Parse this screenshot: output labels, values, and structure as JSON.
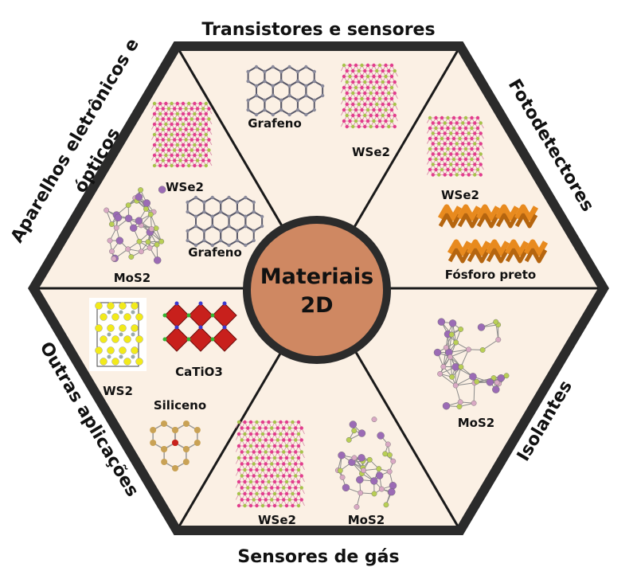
{
  "center": {
    "title_line1": "Materiais",
    "title_line2": "2D",
    "fill_color": "#cf8862"
  },
  "colors": {
    "hexagon_border": "#2b2b2b",
    "segment_fill": "#fbf0e4",
    "graphene_bond": "#5b5b6b",
    "wse2_bond": "#d88aa8",
    "wse2_atom": "#e23d8d",
    "wse2_atom_alt": "#a6c34a",
    "mos2_purple": "#9b6bb5",
    "mos2_green": "#b9cf55",
    "phosphorus_orange": "#e88a1e",
    "catio3_red": "#c8201c",
    "ws2_yellow": "#f2ea1a",
    "silicene_gold": "#c9a255"
  },
  "sections": {
    "top": {
      "label": "Transistores e sensores",
      "materials": {
        "graphene": "Grafeno",
        "wse2": "WSe2"
      }
    },
    "top_right": {
      "label": "Fotodetectores",
      "materials": {
        "wse2": "WSe2",
        "black_phosphorus": "Fósforo preto"
      }
    },
    "bottom_right": {
      "label": "Isolantes",
      "materials": {
        "mos2": "MoS2"
      }
    },
    "bottom": {
      "label": "Sensores de gás",
      "materials": {
        "wse2": "WSe2",
        "mos2": "MoS2"
      }
    },
    "bottom_left": {
      "label": "Outras aplicações",
      "materials": {
        "ws2": "WS2",
        "catio3": "CaTiO3",
        "silicene": "Siliceno"
      }
    },
    "top_left": {
      "label_line1": "Aparelhos eletrônicos e",
      "label_line2": "ópticos",
      "materials": {
        "wse2": "WSe2",
        "mos2": "MoS2",
        "graphene": "Grafeno"
      }
    }
  }
}
